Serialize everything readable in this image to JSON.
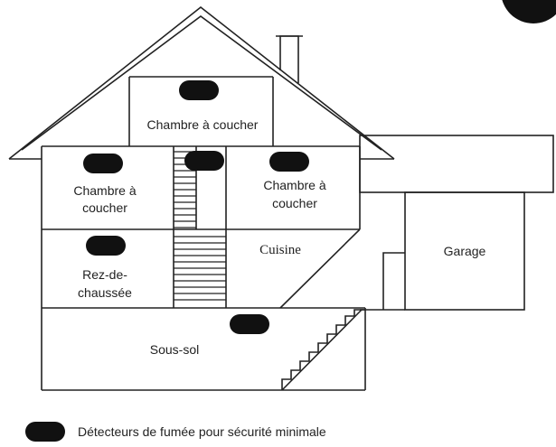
{
  "rooms": {
    "bedroom_top": "Chambre à coucher",
    "bedroom_left_line1": "Chambre à",
    "bedroom_left_line2": "coucher",
    "bedroom_right_line1": "Chambre à",
    "bedroom_right_line2": "coucher",
    "kitchen": "Cuisine",
    "ground_line1": "Rez-de-",
    "ground_line2": "chaussée",
    "basement": "Sous-sol",
    "garage": "Garage"
  },
  "legend": {
    "label": "Détecteurs de fumée pour sécurité minimale"
  },
  "colors": {
    "detector": "#111111",
    "line": "#222222",
    "background": "#ffffff"
  }
}
